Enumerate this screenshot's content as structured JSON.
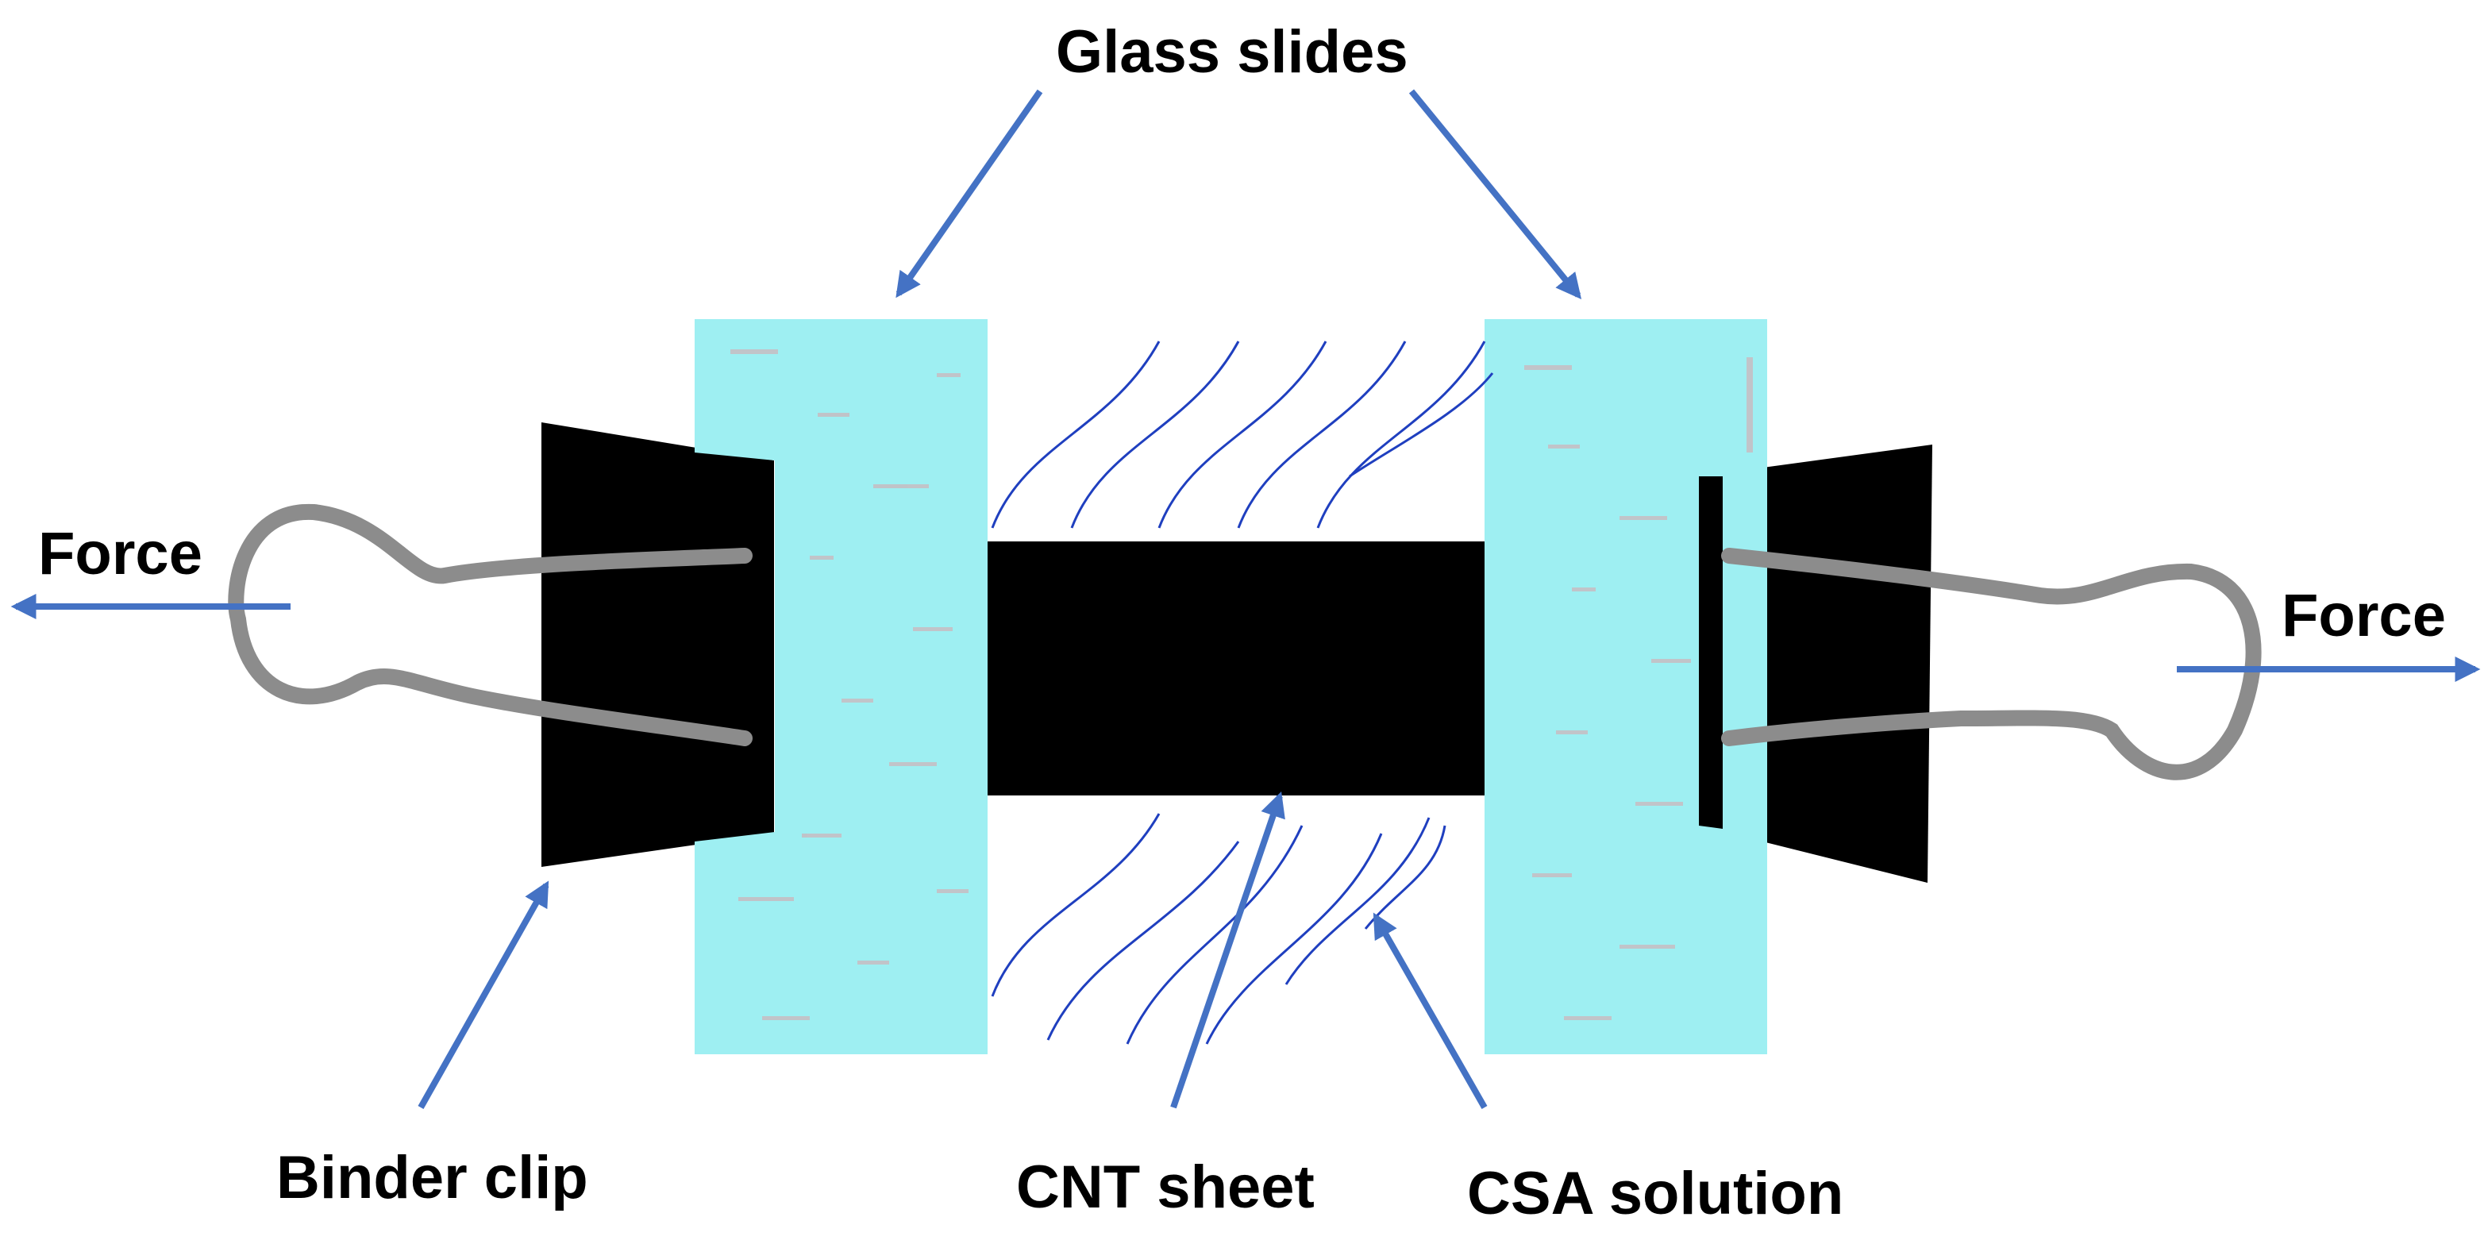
{
  "labels": {
    "glass_slides": "Glass slides",
    "force_left": "Force",
    "force_right": "Force",
    "binder_clip": "Binder clip",
    "cnt_sheet": "CNT sheet",
    "csa_solution": "CSA solution"
  },
  "colors": {
    "glass": "#9EEFF2",
    "glass_speckle": "#C9B9BE",
    "arrow": "#4472C4",
    "clip_body": "#000000",
    "clip_wire": "#8C8C8C",
    "cnt_sheet": "#000000",
    "csa_lines": "#1F3FBF",
    "text": "#000000"
  }
}
